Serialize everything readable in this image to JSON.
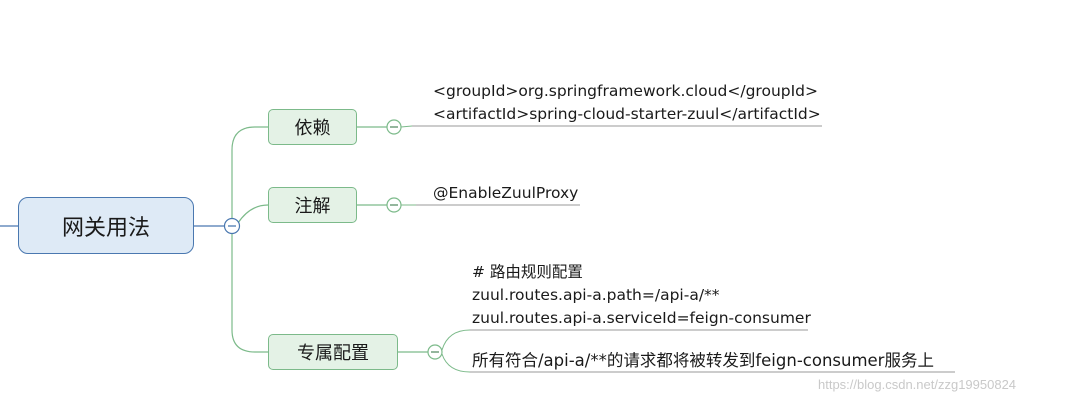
{
  "root": {
    "label": "网关用法"
  },
  "topics": [
    {
      "id": "dependency",
      "label": "依赖",
      "notes": [
        "<groupId>org.springframework.cloud</groupId>",
        "<artifactId>spring-cloud-starter-zuul</artifactId>"
      ]
    },
    {
      "id": "annotation",
      "label": "注解",
      "notes": [
        "@EnableZuulProxy"
      ]
    },
    {
      "id": "config",
      "label": "专属配置",
      "notes": [
        "# 路由规则配置",
        "zuul.routes.api-a.path=/api-a/**",
        "zuul.routes.api-a.serviceId=feign-consumer"
      ],
      "extra": "所有符合/api-a/**的请求都将被转发到feign-consumer服务上"
    }
  ],
  "watermark": "https://blog.csdn.net/zzg19950824",
  "colors": {
    "root_border": "#4a78b0",
    "root_fill": "#deeaf6",
    "topic_border": "#7cba8a",
    "topic_fill": "#e4f2e6",
    "connector": "#7cba8a"
  }
}
